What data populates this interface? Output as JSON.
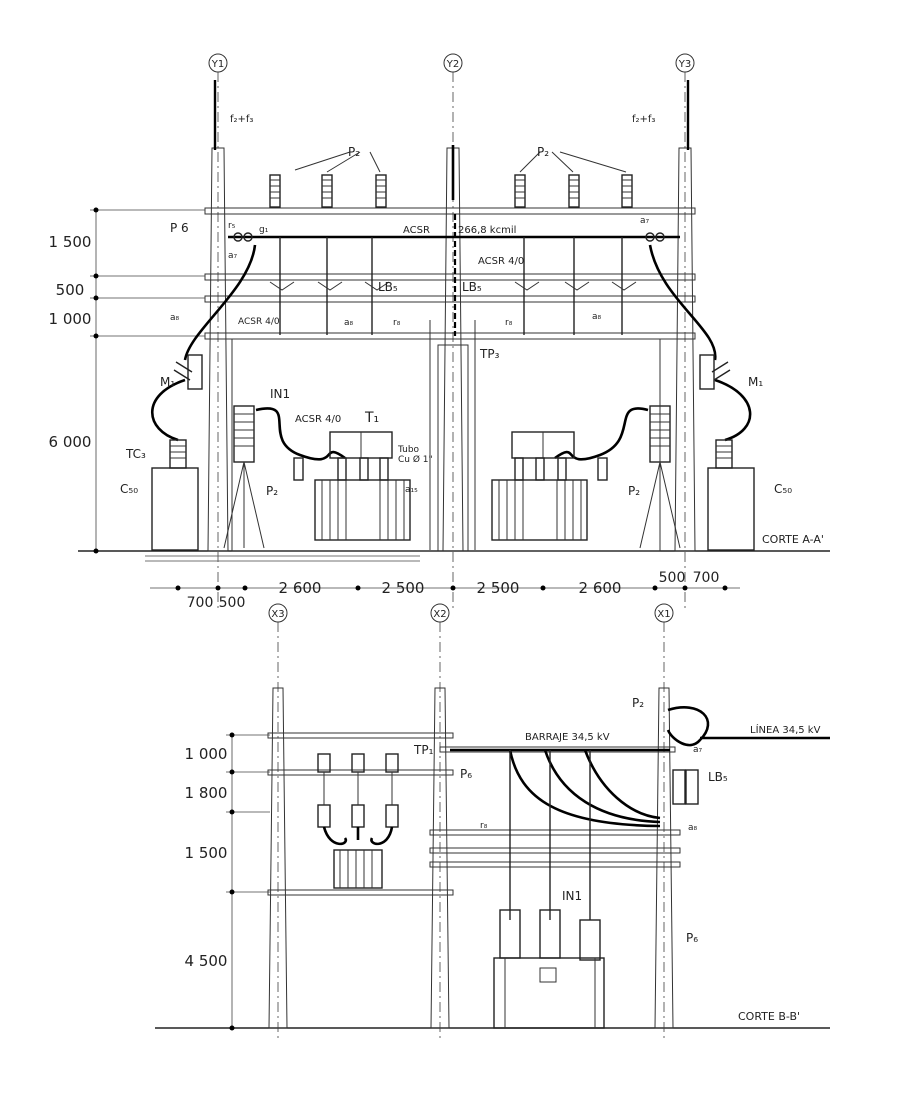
{
  "section_a": {
    "axes": [
      "Y1",
      "Y2",
      "Y3"
    ],
    "heights": [
      "1 500",
      "500",
      "1 000",
      "6 000"
    ],
    "widths": [
      "700",
      "500",
      "2 600",
      "2 500",
      "2 500",
      "2 600",
      "500",
      "700"
    ],
    "title": "CORTE A-A'",
    "labels": {
      "f23_left": "f₂+f₃",
      "f23_right": "f₂+f₃",
      "p2_left": "P₂",
      "p2_right": "P₂",
      "p6": "P 6",
      "r5": "r₅",
      "g1": "g₁",
      "a7_left": "a₇",
      "a7_right": "a₇",
      "acsr": "ACSR",
      "kcmil": "266,8 kcmil",
      "acsr40_mid": "ACSR 4/0",
      "lb5_left": "LB₅",
      "lb5_mid": "LB₅",
      "a8_left": "a₈",
      "acsr40_left": "ACSR\n4/0",
      "a8_mid": "a₈",
      "r8_left": "r₈",
      "r8_right": "r₈",
      "a8_right": "a₈",
      "tp3": "TP₃",
      "m1_left": "M₁",
      "m1_right": "M₁",
      "in1": "IN1",
      "acsr40_wire": "ACSR 4/0",
      "t1": "T₁",
      "tubo": "Tubo",
      "cu": "Cu Ø 1\"",
      "tc3": "TC₃",
      "a15": "a₁₅",
      "p2_tr_left": "P₂",
      "p2_tr_right": "P₂",
      "c50_left": "C₅₀",
      "c50_right": "C₅₀"
    }
  },
  "section_b": {
    "axes": [
      "X3",
      "X2",
      "X1"
    ],
    "heights": [
      "1 000",
      "1 800",
      "1 500",
      "4 500"
    ],
    "title": "CORTE B-B'",
    "labels": {
      "p2": "P₂",
      "linea": "LÍNEA 34,5 kV",
      "barraje": "BARRAJE 34,5 kV",
      "a7": "a₇",
      "tp1": "TP₁",
      "p6_mid": "P₆",
      "lb5": "LB₅",
      "r8": "r₈",
      "a8": "a₈",
      "in1": "IN1",
      "p6_right": "P₆"
    }
  }
}
